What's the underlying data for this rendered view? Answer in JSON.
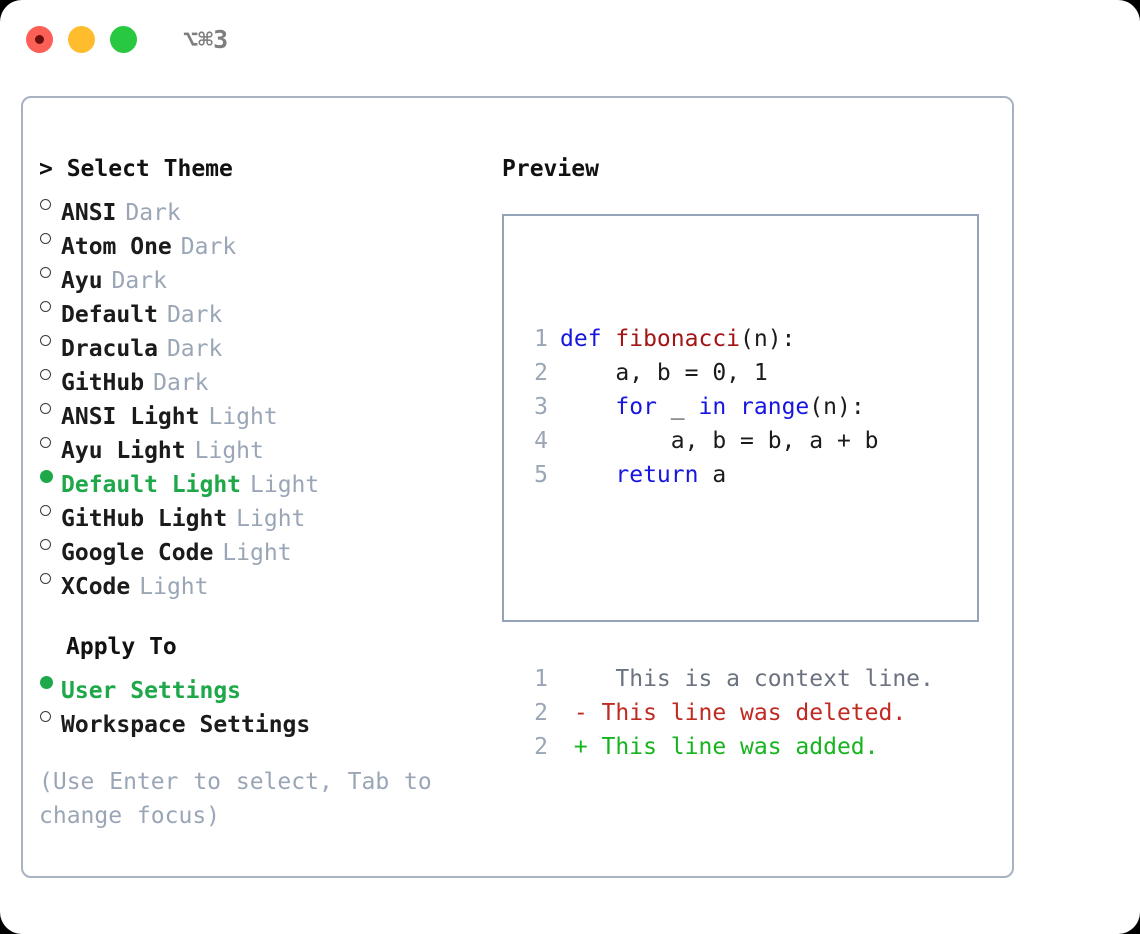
{
  "window": {
    "shortcut": "⌥⌘3",
    "traffic_lights": [
      {
        "name": "close",
        "color": "#fb5f56"
      },
      {
        "name": "minimize",
        "color": "#ffbd2e"
      },
      {
        "name": "zoom",
        "color": "#28c840"
      }
    ]
  },
  "theme_picker": {
    "title": "> Select Theme",
    "items": [
      {
        "name": "ANSI",
        "kind": "Dark",
        "selected": false
      },
      {
        "name": "Atom One",
        "kind": "Dark",
        "selected": false
      },
      {
        "name": "Ayu",
        "kind": "Dark",
        "selected": false
      },
      {
        "name": "Default",
        "kind": "Dark",
        "selected": false
      },
      {
        "name": "Dracula",
        "kind": "Dark",
        "selected": false
      },
      {
        "name": "GitHub",
        "kind": "Dark",
        "selected": false
      },
      {
        "name": "ANSI Light",
        "kind": "Light",
        "selected": false
      },
      {
        "name": "Ayu Light",
        "kind": "Light",
        "selected": false
      },
      {
        "name": "Default Light",
        "kind": "Light",
        "selected": true
      },
      {
        "name": "GitHub Light",
        "kind": "Light",
        "selected": false
      },
      {
        "name": "Google Code",
        "kind": "Light",
        "selected": false
      },
      {
        "name": "XCode",
        "kind": "Light",
        "selected": false
      }
    ]
  },
  "apply_to": {
    "title": "Apply To",
    "options": [
      {
        "name": "User Settings",
        "selected": true
      },
      {
        "name": "Workspace Settings",
        "selected": false
      }
    ]
  },
  "hint": "(Use Enter to select, Tab to change focus)",
  "preview": {
    "title": "Preview",
    "code_lines": [
      {
        "num": "1",
        "tokens": [
          {
            "t": "def ",
            "c": "kw"
          },
          {
            "t": "fibonacci",
            "c": "fn"
          },
          {
            "t": "(n):",
            "c": "plain"
          }
        ]
      },
      {
        "num": "2",
        "tokens": [
          {
            "t": "    a, b = 0, 1",
            "c": "plain"
          }
        ]
      },
      {
        "num": "3",
        "tokens": [
          {
            "t": "    ",
            "c": "plain"
          },
          {
            "t": "for",
            "c": "kw"
          },
          {
            "t": " _ ",
            "c": "plain"
          },
          {
            "t": "in",
            "c": "kw"
          },
          {
            "t": " ",
            "c": "plain"
          },
          {
            "t": "range",
            "c": "kw"
          },
          {
            "t": "(n):",
            "c": "plain"
          }
        ]
      },
      {
        "num": "4",
        "tokens": [
          {
            "t": "        a, b = b, a + b",
            "c": "plain"
          }
        ]
      },
      {
        "num": "5",
        "tokens": [
          {
            "t": "    ",
            "c": "plain"
          },
          {
            "t": "return",
            "c": "kw"
          },
          {
            "t": " a",
            "c": "plain"
          }
        ]
      }
    ],
    "diff_lines": [
      {
        "num": "1",
        "marker": " ",
        "text": "  This is a context line.",
        "kind": "diff-ctx"
      },
      {
        "num": "2",
        "marker": "-",
        "text": " This line was deleted.",
        "kind": "diff-del"
      },
      {
        "num": "2",
        "marker": "+",
        "text": " This line was added.",
        "kind": "diff-add"
      }
    ]
  },
  "colors": {
    "accent_green": "#1fa84a",
    "added_green": "#16b41e",
    "deleted_red": "#c02a22",
    "keyword_blue": "#1616e0",
    "function_red": "#a31515",
    "muted": "#9aa6b6",
    "border": "#a8b2c1",
    "preview_border": "#94a3b8"
  }
}
